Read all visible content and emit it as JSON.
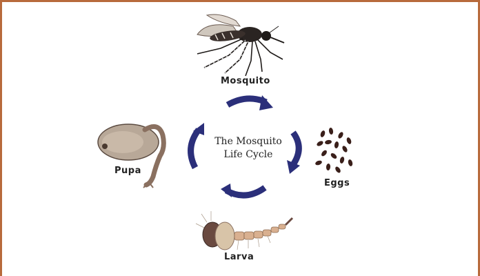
{
  "diagram": {
    "title_line1": "The Mosquito",
    "title_line2": "Life Cycle",
    "stages": {
      "mosquito": "Mosquito",
      "eggs": "Eggs",
      "larva": "Larva",
      "pupa": "Pupa"
    },
    "colors": {
      "border": "#b86a3c",
      "arrow": "#2b2f7a"
    }
  }
}
